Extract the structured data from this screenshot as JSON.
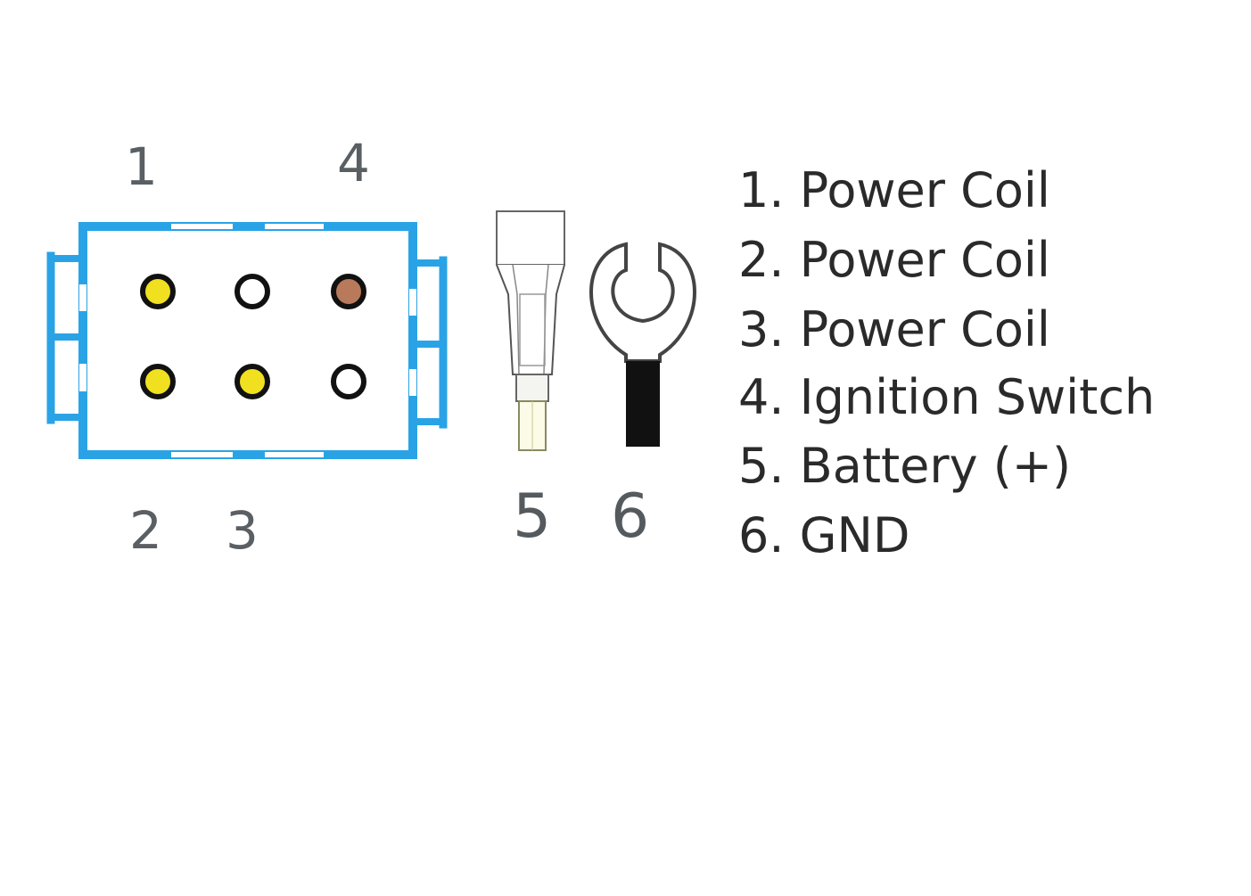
{
  "connector": {
    "top_labels": [
      "1",
      "4"
    ],
    "bottom_labels": [
      "2",
      "3"
    ],
    "housing_color": "#2aa3e6",
    "pins": [
      {
        "row": "top",
        "col": 1,
        "color": "#f0e020"
      },
      {
        "row": "top",
        "col": 2,
        "color": "#ffffff"
      },
      {
        "row": "top",
        "col": 3,
        "color": "#b87a5a"
      },
      {
        "row": "bottom",
        "col": 1,
        "color": "#f0e020"
      },
      {
        "row": "bottom",
        "col": 2,
        "color": "#f0e020"
      },
      {
        "row": "bottom",
        "col": 3,
        "color": "#ffffff"
      }
    ]
  },
  "terminals": {
    "labels": [
      "5",
      "6"
    ],
    "names": [
      "bullet-terminal",
      "fork-terminal"
    ]
  },
  "legend": {
    "items": [
      "1. Power Coil",
      "2. Power Coil",
      "3. Power Coil",
      "4. Ignition Switch",
      "5. Battery (+)",
      "6. GND"
    ]
  }
}
